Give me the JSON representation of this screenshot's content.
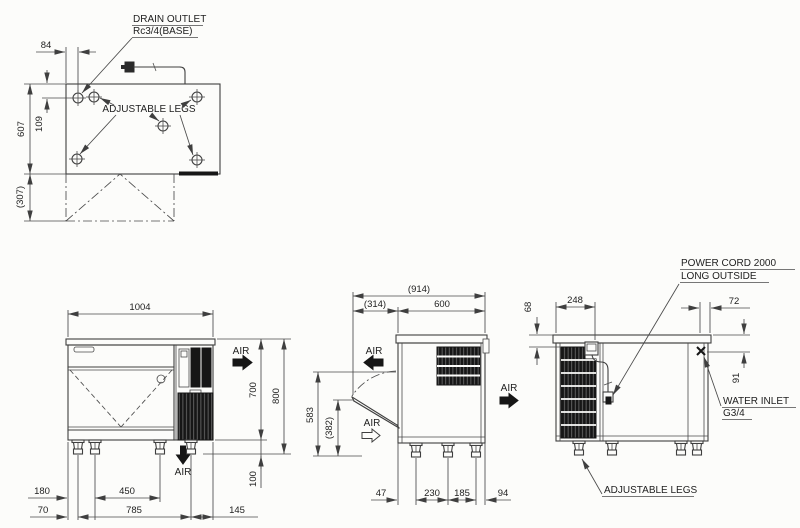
{
  "colors": {
    "background": "#fcfcfa",
    "line": "#3f3f3f",
    "dark_fill": "#161616",
    "text": "#1e1e1e"
  },
  "top_view": {
    "drain_outlet_label_line1": "DRAIN OUTLET",
    "drain_outlet_label_line2": "Rc3/4(BASE)",
    "adjustable_legs_label": "ADJUSTABLE LEGS",
    "dim_84": "84",
    "dim_109": "109",
    "dim_607": "607",
    "dim_307": "(307)"
  },
  "front_view": {
    "dim_width": "1004",
    "dim_height_body": "700",
    "dim_height_total": "800",
    "dim_leg_height": "100",
    "dim_180": "180",
    "dim_450": "450",
    "dim_70": "70",
    "dim_785": "785",
    "dim_145": "145",
    "air_out_label": "AIR",
    "air_down_label": "AIR"
  },
  "side_view": {
    "dim_total_depth": "(914)",
    "dim_door_open": "(314)",
    "dim_depth": "600",
    "dim_open_height": "583",
    "dim_door_height": "(382)",
    "dim_47": "47",
    "dim_230": "230",
    "dim_185": "185",
    "dim_94": "94",
    "air_exhaust_label": "AIR",
    "air_intake_label": "AIR",
    "air_out_label": "AIR"
  },
  "rear_view": {
    "power_cord_label_line1": "POWER CORD 2000",
    "power_cord_label_line2": "LONG OUTSIDE",
    "water_inlet_label_line1": "WATER INLET",
    "water_inlet_label_line2": "G3/4",
    "adjustable_legs_label": "ADJUSTABLE LEGS",
    "dim_248": "248",
    "dim_68": "68",
    "dim_72": "72",
    "dim_91": "91"
  }
}
